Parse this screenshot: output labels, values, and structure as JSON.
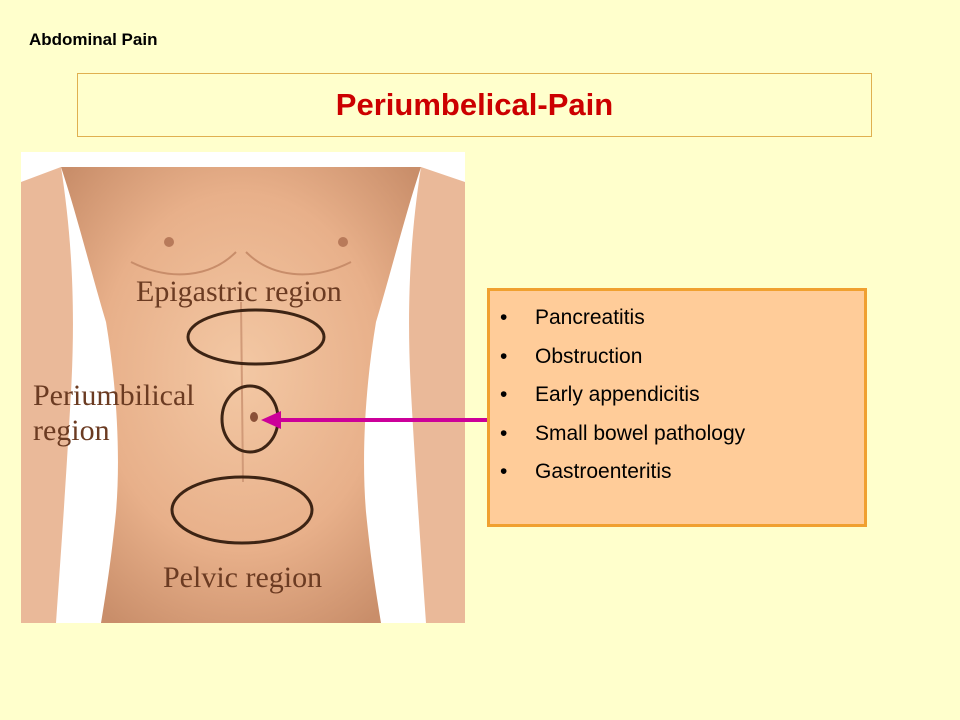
{
  "header": {
    "section": "Abdominal Pain"
  },
  "slide": {
    "title": "Periumbelical-Pain"
  },
  "figure": {
    "labels": {
      "epigastric": "Epigastric region",
      "periumbilical_line1": "Periumbilical",
      "periumbilical_line2": "region",
      "pelvic": "Pelvic region"
    }
  },
  "causes": {
    "bullet": "•",
    "items": [
      "Pancreatitis",
      "Obstruction",
      "Early appendicitis",
      "Small bowel pathology",
      "Gastroenteritis"
    ]
  },
  "colors": {
    "background": "#ffffcc",
    "title": "#cc0000",
    "list_fill": "#ffcc99",
    "list_border": "#f0a030",
    "arrow": "#cc0099"
  }
}
